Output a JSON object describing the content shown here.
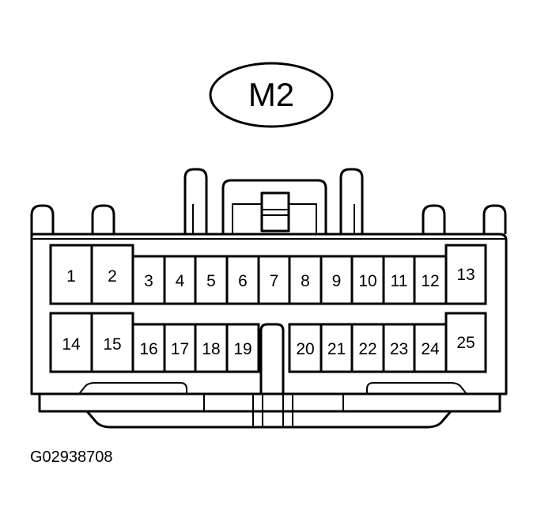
{
  "connector": {
    "label": "M2"
  },
  "figure_code": "G02938708",
  "pins": {
    "top_row": [
      "1",
      "2",
      "3",
      "4",
      "5",
      "6",
      "7",
      "8",
      "9",
      "10",
      "11",
      "12",
      "13"
    ],
    "bottom_row_left": [
      "14",
      "15",
      "16",
      "17",
      "18",
      "19"
    ],
    "bottom_row_right": [
      "20",
      "21",
      "22",
      "23",
      "24",
      "25"
    ]
  },
  "colors": {
    "line": "#000000",
    "background": "#ffffff"
  }
}
